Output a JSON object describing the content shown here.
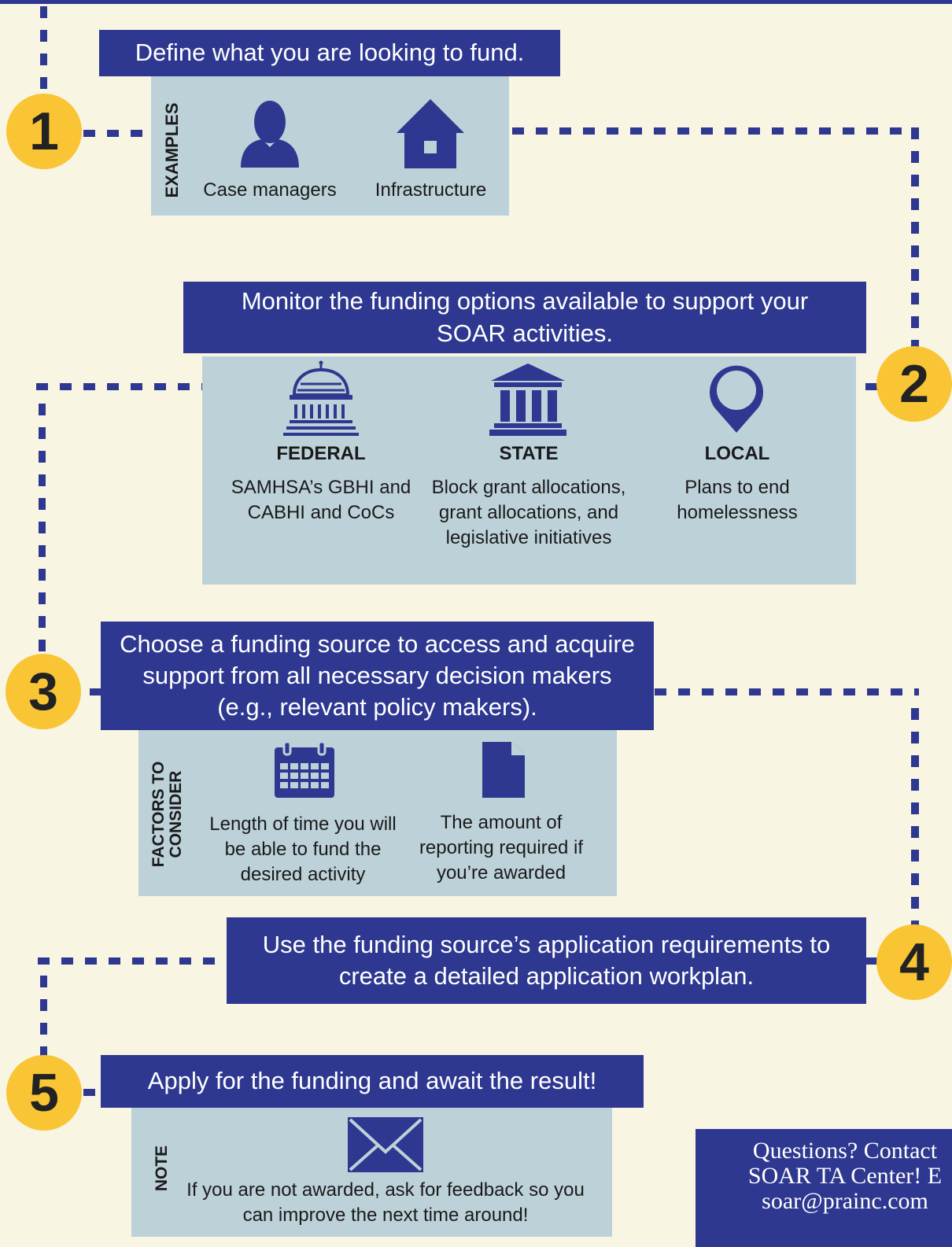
{
  "steps": [
    {
      "number": "1",
      "title": "Define what you are looking to fund.",
      "label": "EXAMPLES",
      "items": [
        {
          "icon": "person-icon",
          "caption": "Case managers"
        },
        {
          "icon": "house-icon",
          "caption": "Infrastructure"
        }
      ]
    },
    {
      "number": "2",
      "title": "Monitor the funding options available to support your SOAR activities.",
      "items": [
        {
          "icon": "capitol-icon",
          "heading": "FEDERAL",
          "caption": "SAMHSA’s GBHI and CABHI and CoCs"
        },
        {
          "icon": "courthouse-icon",
          "heading": "STATE",
          "caption": "Block grant allocations, grant allocations, and legislative initiatives"
        },
        {
          "icon": "map-pin-icon",
          "heading": "LOCAL",
          "caption": "Plans to end homelessness"
        }
      ]
    },
    {
      "number": "3",
      "title": "Choose a funding source to access and acquire support from all necessary decision makers (e.g., relevant policy makers).",
      "label_line1": "FACTORS TO",
      "label_line2": "CONSIDER",
      "items": [
        {
          "icon": "calendar-icon",
          "caption": "Length of time you will be able to fund the desired activity"
        },
        {
          "icon": "document-icon",
          "caption": "The amount of reporting required if you’re awarded"
        }
      ]
    },
    {
      "number": "4",
      "title": "Use the funding source’s application requirements to create a detailed application workplan."
    },
    {
      "number": "5",
      "title": "Apply for the funding and await the result!",
      "label": "NOTE",
      "items": [
        {
          "icon": "envelope-icon",
          "caption": "If you are not awarded, ask for feedback so you can improve the next time around!"
        }
      ]
    }
  ],
  "contact": {
    "line1": "Questions? Contact",
    "line2": "SOAR TA Center! E",
    "line3": "soar@prainc.com"
  },
  "colors": {
    "navy": "#2e3890",
    "gold": "#f9c535",
    "panel": "#bdd1d9",
    "background": "#f8f5e3"
  }
}
